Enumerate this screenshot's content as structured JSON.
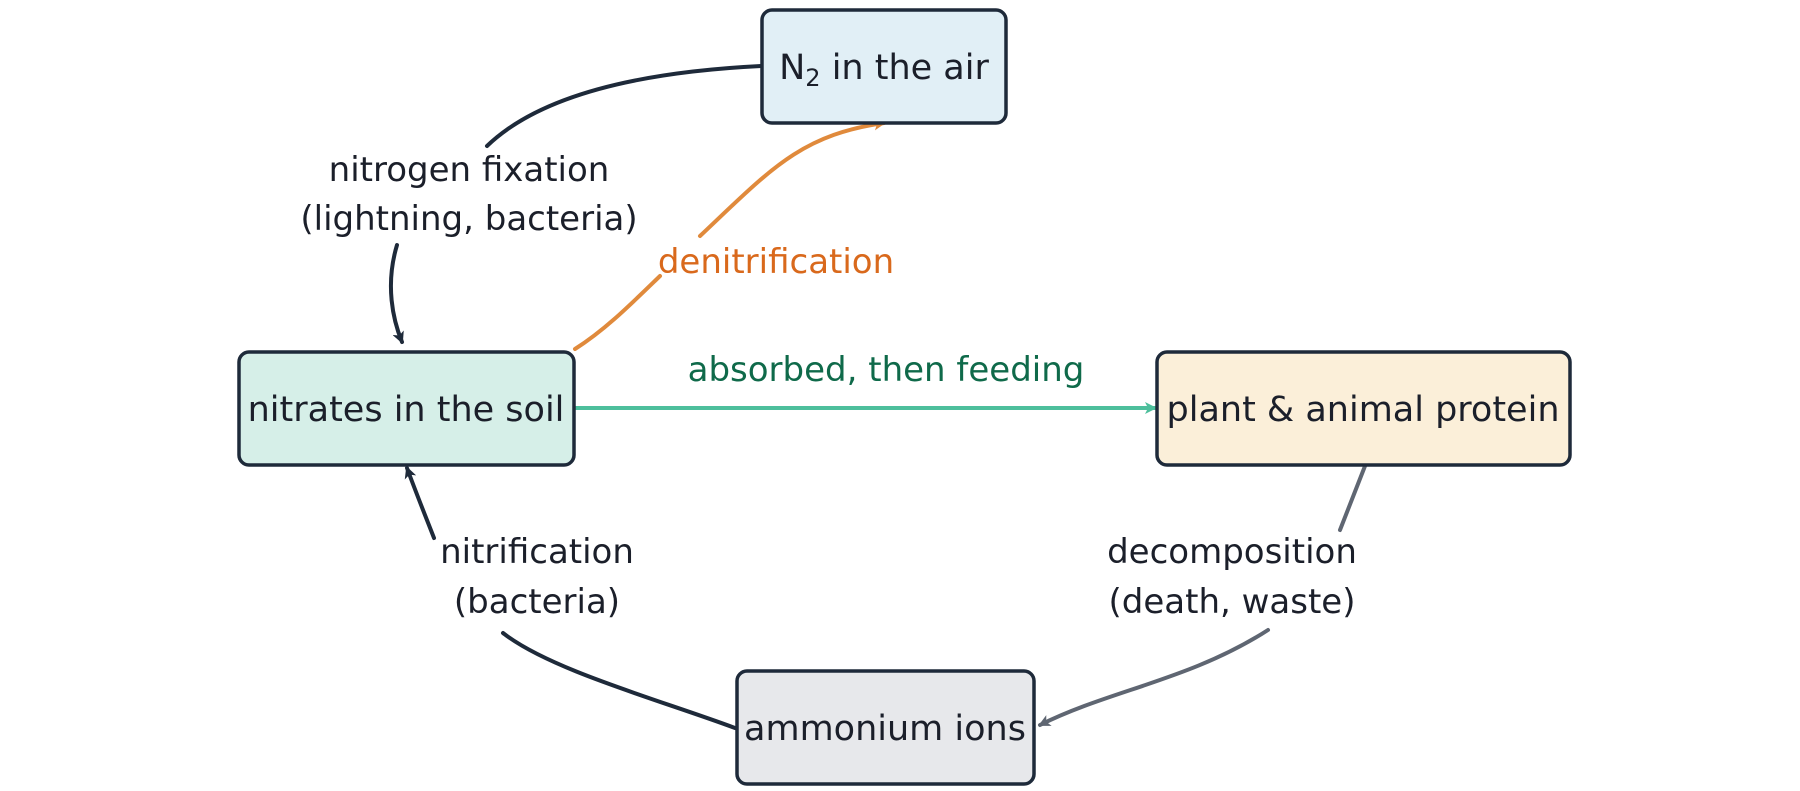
{
  "nodes": {
    "n2_air": {
      "label_main": "N",
      "label_sub": "2",
      "label_rest": " in the air",
      "fill": "#e1eff6"
    },
    "nitrates_soil": {
      "label": "nitrates in the soil",
      "fill": "#d6efe8"
    },
    "plant_animal_protein": {
      "label": "plant & animal protein",
      "fill": "#fbefd9"
    },
    "ammonium_ions": {
      "label": "ammonium ions",
      "fill": "#e7e8eb"
    }
  },
  "edges": {
    "nitrogen_fixation": {
      "line1": "nitrogen fixation",
      "line2": "(lightning, bacteria)",
      "color": "#1e2a3a",
      "label_color": "#1b1f2a"
    },
    "denitrification": {
      "line1": "denitrification",
      "color": "#e08a3c",
      "label_color": "#d9691c"
    },
    "absorbed_feeding": {
      "line1": "absorbed, then feeding",
      "color": "#4dbf9c",
      "label_color": "#0f6a4a"
    },
    "decomposition": {
      "line1": "decomposition",
      "line2": "(death, waste)",
      "color": "#5f6672",
      "label_color": "#1b1f2a"
    },
    "nitrification": {
      "line1": "nitrification",
      "line2": "(bacteria)",
      "color": "#1e2a3a",
      "label_color": "#1b1f2a"
    }
  }
}
